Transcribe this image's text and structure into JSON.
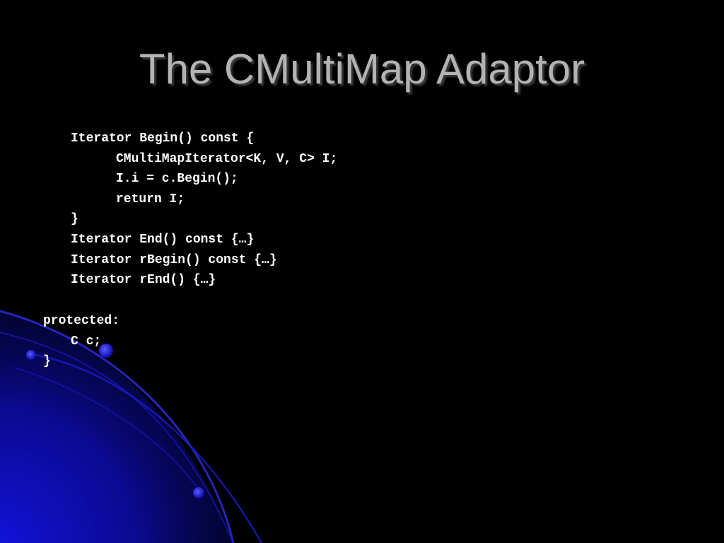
{
  "slide": {
    "title": "The CMultiMap Adaptor",
    "code_lines": [
      "Iterator Begin() const {",
      "CMultiMapIterator<K, V, C> I;",
      "I.i = c.Begin();",
      "return I;",
      "}",
      "Iterator End() const {…}",
      "Iterator rBegin() const {…}",
      "Iterator rEnd() {…}",
      "protected:",
      "C c;",
      "}"
    ]
  },
  "colors": {
    "background": "#000000",
    "title_text": "#b3b3b3",
    "code_text": "#ffffff",
    "accent_blue": "#0a0ad0"
  }
}
